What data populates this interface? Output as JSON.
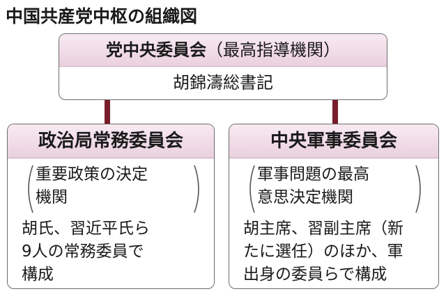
{
  "title": "中国共産党中枢の組織図",
  "central_committee": {
    "name": "党中央委員会",
    "note": "（最高指導機関）",
    "leader": "胡錦濤総書記"
  },
  "politburo_standing_committee": {
    "name": "政治局常務委員会",
    "role_lines": [
      "重要政策の決定",
      "機関"
    ],
    "composition_lines": [
      "胡氏、習近平氏ら",
      "9人の常務委員で",
      "構成"
    ]
  },
  "central_military_commission": {
    "name": "中央軍事委員会",
    "role_lines": [
      "軍事問題の最高",
      "意思決定機関"
    ],
    "composition_lines": [
      "胡主席、習副主席（新",
      "たに選任）のほか、軍",
      "出身の委員らで構成"
    ]
  },
  "colors": {
    "header_fill": "#ead0de",
    "connector": "#7a1d2a",
    "border": "#6b6b6b"
  }
}
